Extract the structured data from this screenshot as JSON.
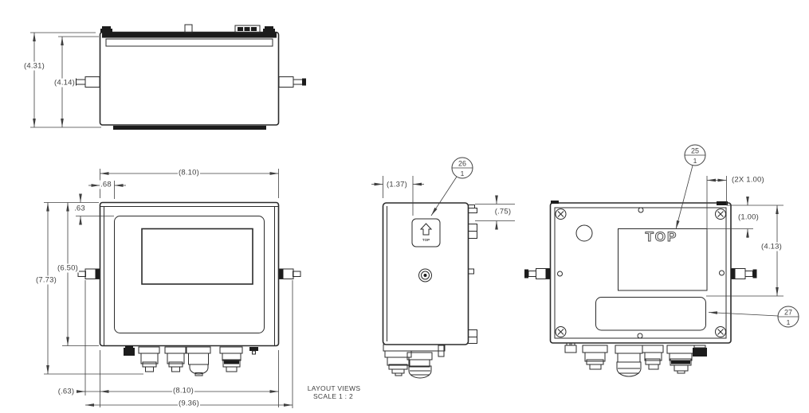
{
  "drawing": {
    "title": {
      "line1": "LAYOUT VIEWS",
      "line2": "SCALE 1 : 2"
    },
    "dims": {
      "d431": "(4.31)",
      "d414": "(4.14)",
      "d810top": "(8.10)",
      "d68": ".68",
      "d63": ".63",
      "d650": "(6.50)",
      "d773": "(7.73)",
      "d63b": "(.63)",
      "d810b": "(8.10)",
      "d936": "(9.36)",
      "d137": "(1.37)",
      "d75": "(.75)",
      "d2x100": "(2X 1.00)",
      "d100": "(1.00)",
      "d413": "(4.13)"
    },
    "balloons": {
      "b25": {
        "num": "25",
        "qty": "1"
      },
      "b26": {
        "num": "26",
        "qty": "1"
      },
      "b27": {
        "num": "27",
        "qty": "1"
      }
    },
    "labels": {
      "top_back": "TOP",
      "top_side": "TOP"
    },
    "colors": {
      "line": "#2b2b2b",
      "text": "#3f3f3f",
      "background": "#ffffff"
    }
  }
}
